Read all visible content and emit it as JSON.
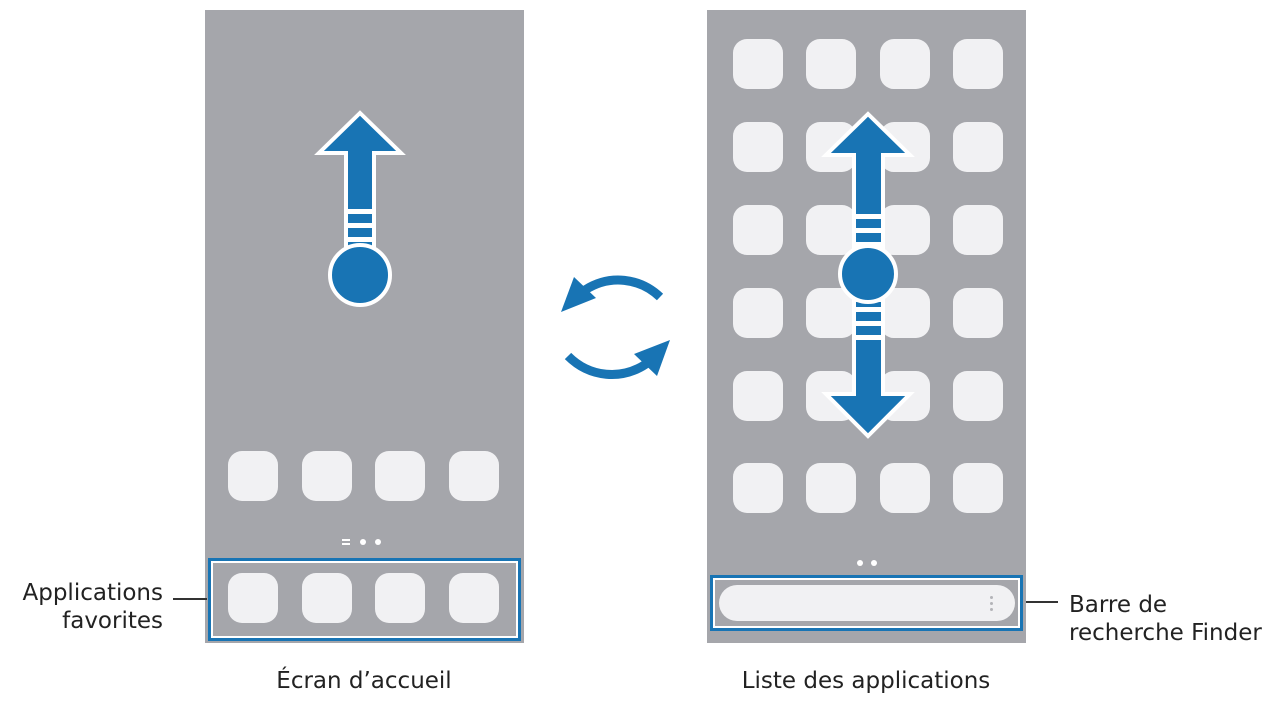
{
  "labels": {
    "favorites_line1": "Applications",
    "favorites_line2": "favorites",
    "finder_line1": "Barre de",
    "finder_line2": "recherche Finder"
  },
  "captions": {
    "home_screen": "Écran d’accueil",
    "apps_screen": "Liste des applications"
  },
  "colors": {
    "accent": "#1874b4",
    "phone_background": "#a5a6ab",
    "app_icon": "#f1f1f3"
  },
  "icons": {
    "swipe_up": "arrow-up-icon",
    "swipe_both": "arrow-up-down-icon",
    "switch": "refresh-cycle-icon",
    "search_menu": "more-vertical-icon"
  }
}
